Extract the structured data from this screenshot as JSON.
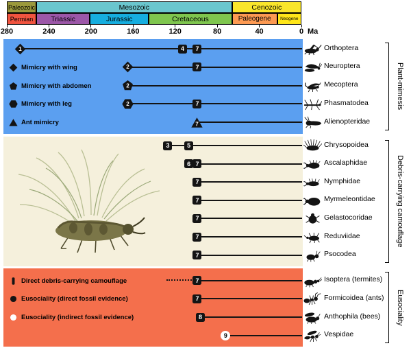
{
  "figure": {
    "colors": {
      "panel_plant_mimesis": "#5B9FF0",
      "panel_debris_camouflage": "#F5F0DC",
      "panel_eusociality": "#F46F4C",
      "marker_black": "#141414",
      "marker_white": "#FFFFFF"
    },
    "timescale": {
      "unit": "Ma",
      "ticks": [
        "280",
        "240",
        "200",
        "160",
        "120",
        "80",
        "40",
        "0"
      ],
      "tick_values": [
        280,
        240,
        200,
        160,
        120,
        80,
        40,
        0
      ],
      "eras": [
        {
          "label": "Paleozoic",
          "start": 280,
          "end": 252,
          "color": "#9B993C"
        },
        {
          "label": "Mesozoic",
          "start": 252,
          "end": 66,
          "color": "#6AC6CE"
        },
        {
          "label": "Cenozoic",
          "start": 66,
          "end": 0,
          "color": "#FAE62B"
        }
      ],
      "periods": [
        {
          "label": "Permian",
          "start": 280,
          "end": 252,
          "color": "#F1543F"
        },
        {
          "label": "Triassic",
          "start": 252,
          "end": 201,
          "color": "#9C57A8"
        },
        {
          "label": "Jurassic",
          "start": 201,
          "end": 145,
          "color": "#16AEDF"
        },
        {
          "label": "Cretaceous",
          "start": 145,
          "end": 66,
          "color": "#7FC64E"
        },
        {
          "label": "Paleogene",
          "start": 66,
          "end": 23,
          "color": "#FD9A52"
        },
        {
          "label": "Neogene",
          "start": 23,
          "end": 0,
          "color": "#FFE619"
        }
      ]
    },
    "panels": [
      {
        "group_label": "Plant-mimesis",
        "bg": "#5B9FF0",
        "legend": [
          {
            "shape": "diamond",
            "label": "Mimicry with wing"
          },
          {
            "shape": "pentagon",
            "label": "Mimicry with abdomen"
          },
          {
            "shape": "hexagon",
            "label": "Mimicry with leg"
          },
          {
            "shape": "triangle",
            "label": "Ant mimicry"
          }
        ],
        "rows": [
          {
            "taxon": "Orthoptera",
            "icon": "grasshopper-icon",
            "line_start_ma": 267,
            "markers": [
              {
                "n": "1",
                "shape": "diamond",
                "ma": 267
              },
              {
                "n": "4",
                "shape": "square",
                "ma": 113
              },
              {
                "n": "7",
                "shape": "square",
                "ma": 99
              }
            ]
          },
          {
            "taxon": "Neuroptera",
            "icon": "lacewing-icon",
            "line_start_ma": 165,
            "markers": [
              {
                "n": "2",
                "shape": "diamond",
                "ma": 165
              },
              {
                "n": "7",
                "shape": "square",
                "ma": 99
              }
            ]
          },
          {
            "taxon": "Mecoptera",
            "icon": "scorpionfly-icon",
            "line_start_ma": 165,
            "markers": [
              {
                "n": "2",
                "shape": "pentagon",
                "ma": 165
              }
            ]
          },
          {
            "taxon": "Phasmatodea",
            "icon": "stick-insect-icon",
            "line_start_ma": 165,
            "markers": [
              {
                "n": "2",
                "shape": "hexagon",
                "ma": 165
              },
              {
                "n": "7",
                "shape": "square",
                "ma": 99
              }
            ]
          },
          {
            "taxon": "Alienopteridae",
            "icon": "alienopterid-icon",
            "line_start_ma": 99,
            "markers": [
              {
                "n": "7",
                "shape": "triangle",
                "ma": 99
              }
            ]
          }
        ]
      },
      {
        "group_label": "Debris-carrying camouflage",
        "bg": "#F5F0DC",
        "legend": [],
        "rows": [
          {
            "taxon": "Chrysopoidea",
            "icon": "chrysopoid-larva-icon",
            "line_start_ma": 127,
            "markers": [
              {
                "n": "3",
                "shape": "square",
                "ma": 127
              },
              {
                "n": "5",
                "shape": "square",
                "ma": 107
              }
            ]
          },
          {
            "taxon": "Ascalaphidae",
            "icon": "ascalaphid-larva-icon",
            "line_start_ma": 107,
            "markers": [
              {
                "n": "6",
                "shape": "square",
                "ma": 107
              },
              {
                "n": "7",
                "shape": "square",
                "ma": 99
              }
            ]
          },
          {
            "taxon": "Nymphidae",
            "icon": "nymphid-larva-icon",
            "line_start_ma": 99,
            "markers": [
              {
                "n": "7",
                "shape": "square",
                "ma": 99
              }
            ]
          },
          {
            "taxon": "Myrmeleontidae",
            "icon": "antlion-larva-icon",
            "line_start_ma": 99,
            "markers": [
              {
                "n": "7",
                "shape": "square",
                "ma": 99
              }
            ]
          },
          {
            "taxon": "Gelastocoridae",
            "icon": "toad-bug-icon",
            "line_start_ma": 99,
            "markers": [
              {
                "n": "7",
                "shape": "square",
                "ma": 99
              }
            ]
          },
          {
            "taxon": "Reduviidae",
            "icon": "assassin-bug-icon",
            "line_start_ma": 99,
            "markers": [
              {
                "n": "7",
                "shape": "square",
                "ma": 99
              }
            ]
          },
          {
            "taxon": "Psocodea",
            "icon": "barklouse-icon",
            "line_start_ma": 99,
            "markers": [
              {
                "n": "7",
                "shape": "square",
                "ma": 99
              }
            ]
          }
        ]
      },
      {
        "group_label": "Eusociality",
        "bg": "#F46F4C",
        "legend": [
          {
            "shape": "bar",
            "label": "Direct debris-carrying camouflage"
          },
          {
            "shape": "circle-black",
            "label": "Eusociality (direct fossil evidence)"
          },
          {
            "shape": "circle-white",
            "label": "Eusociality (indirect fossil evidence)"
          }
        ],
        "rows": [
          {
            "taxon": "Isoptera (termites)",
            "icon": "termite-icon",
            "line_start_ma": 99,
            "dotted_from_ma": 128,
            "markers": [
              {
                "n": "7",
                "shape": "square",
                "ma": 99
              }
            ]
          },
          {
            "taxon": "Formicoidea (ants)",
            "icon": "ant-icon",
            "line_start_ma": 99,
            "markers": [
              {
                "n": "7",
                "shape": "square",
                "ma": 99
              }
            ]
          },
          {
            "taxon": "Anthophila (bees)",
            "icon": "bee-icon",
            "line_start_ma": 96,
            "markers": [
              {
                "n": "8",
                "shape": "square",
                "ma": 96
              }
            ]
          },
          {
            "taxon": "Vespidae",
            "icon": "wasp-icon",
            "line_start_ma": 72,
            "markers": [
              {
                "n": "9",
                "shape": "circle",
                "ma": 72
              }
            ]
          }
        ]
      }
    ]
  }
}
